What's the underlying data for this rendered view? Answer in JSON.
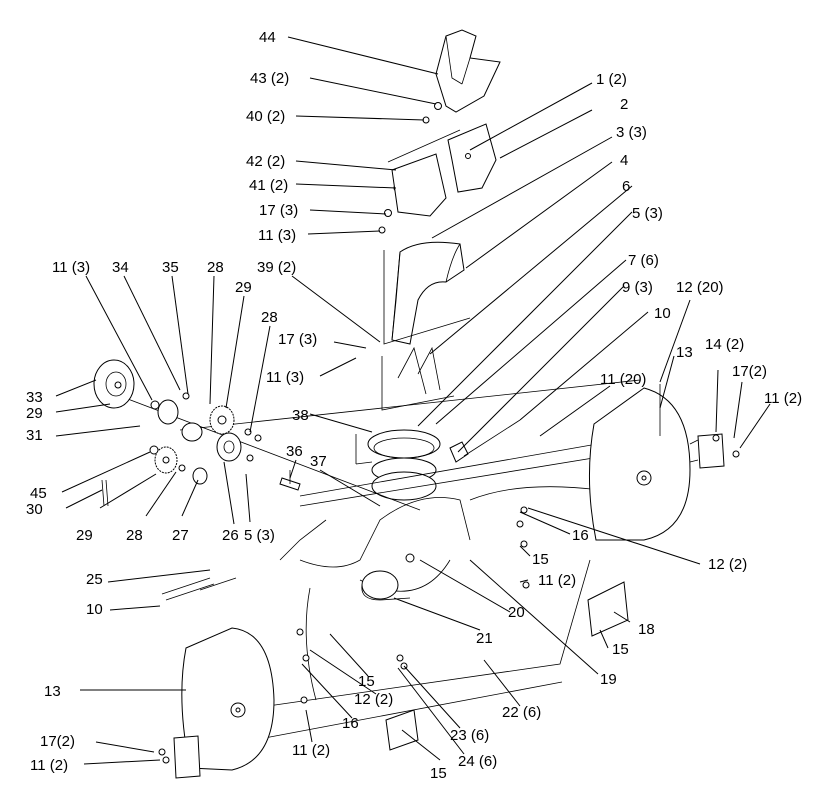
{
  "diagram": {
    "callouts": [
      {
        "id": "c44",
        "text": "44"
      },
      {
        "id": "c43",
        "text": "43 (2)"
      },
      {
        "id": "c40",
        "text": "40 (2)"
      },
      {
        "id": "c1",
        "text": "1 (2)"
      },
      {
        "id": "c2",
        "text": "2"
      },
      {
        "id": "c3",
        "text": "3 (3)"
      },
      {
        "id": "c42",
        "text": "42 (2)"
      },
      {
        "id": "c41",
        "text": "41 (2)"
      },
      {
        "id": "c17a",
        "text": "17 (3)"
      },
      {
        "id": "c11a",
        "text": "11 (3)"
      },
      {
        "id": "c4",
        "text": "4"
      },
      {
        "id": "c6",
        "text": "6"
      },
      {
        "id": "c5a",
        "text": "5 (3)"
      },
      {
        "id": "c7",
        "text": "7 (6)"
      },
      {
        "id": "c9",
        "text": "9 (3)"
      },
      {
        "id": "c10a",
        "text": "10"
      },
      {
        "id": "c12a",
        "text": "12 (20)"
      },
      {
        "id": "c11b",
        "text": "11 (3)"
      },
      {
        "id": "c34",
        "text": "34"
      },
      {
        "id": "c35",
        "text": "35"
      },
      {
        "id": "c28a",
        "text": "28"
      },
      {
        "id": "c29a",
        "text": "29"
      },
      {
        "id": "c39",
        "text": "39 (2)"
      },
      {
        "id": "c28b",
        "text": "28"
      },
      {
        "id": "c17b",
        "text": "17 (3)"
      },
      {
        "id": "c11c",
        "text": "11 (3)"
      },
      {
        "id": "c13a",
        "text": "13"
      },
      {
        "id": "c14",
        "text": "14 (2)"
      },
      {
        "id": "c17c",
        "text": "17(2)"
      },
      {
        "id": "c11d",
        "text": "11 (2)"
      },
      {
        "id": "c11e",
        "text": "11 (20)"
      },
      {
        "id": "c33",
        "text": "33"
      },
      {
        "id": "c29b",
        "text": "29"
      },
      {
        "id": "c31",
        "text": "31"
      },
      {
        "id": "c38",
        "text": "38"
      },
      {
        "id": "c36",
        "text": "36"
      },
      {
        "id": "c45",
        "text": "45"
      },
      {
        "id": "c37",
        "text": "37"
      },
      {
        "id": "c16a",
        "text": "16"
      },
      {
        "id": "c15a",
        "text": "15"
      },
      {
        "id": "c30",
        "text": "30"
      },
      {
        "id": "c29c",
        "text": "29"
      },
      {
        "id": "c28c",
        "text": "28"
      },
      {
        "id": "c27",
        "text": "27"
      },
      {
        "id": "c26",
        "text": "26"
      },
      {
        "id": "c5b",
        "text": "5 (3)"
      },
      {
        "id": "c12b",
        "text": "12 (2)"
      },
      {
        "id": "c25",
        "text": "25"
      },
      {
        "id": "c11f",
        "text": "11 (2)"
      },
      {
        "id": "c10b",
        "text": "10"
      },
      {
        "id": "c18",
        "text": "18"
      },
      {
        "id": "c20",
        "text": "20"
      },
      {
        "id": "c21",
        "text": "21"
      },
      {
        "id": "c15b",
        "text": "15"
      },
      {
        "id": "c19",
        "text": "19"
      },
      {
        "id": "c15c",
        "text": "15"
      },
      {
        "id": "c13b",
        "text": "13"
      },
      {
        "id": "c12c",
        "text": "12 (2)"
      },
      {
        "id": "c22",
        "text": "22 (6)"
      },
      {
        "id": "c16b",
        "text": "16"
      },
      {
        "id": "c23",
        "text": "23 (6)"
      },
      {
        "id": "c11g",
        "text": "11 (2)"
      },
      {
        "id": "c17d",
        "text": "17(2)"
      },
      {
        "id": "c24",
        "text": "24 (6)"
      },
      {
        "id": "c11h",
        "text": "11 (2)"
      },
      {
        "id": "c15d",
        "text": "15"
      }
    ]
  }
}
